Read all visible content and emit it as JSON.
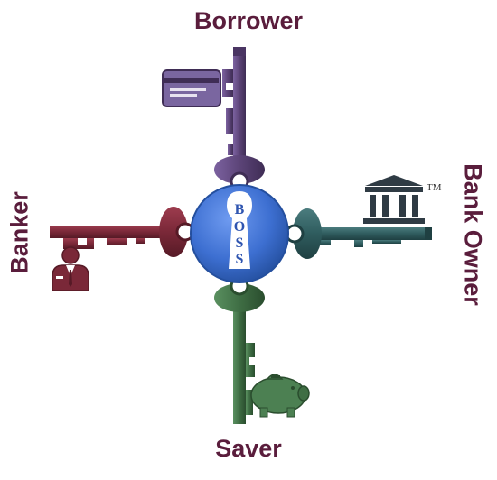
{
  "labels": {
    "top": "Borrower",
    "bottom": "Saver",
    "left": "Banker",
    "right": "Bank Owner"
  },
  "center": {
    "letters": [
      "B",
      "O",
      "S",
      "S"
    ]
  },
  "trademark": "TM",
  "colors": {
    "label_text": "#5a1d3c",
    "center_circle": "#3d6fd1",
    "key_top": "#5c4478",
    "key_left": "#7a2838",
    "key_right": "#2f5c5e",
    "key_bottom": "#3f6e44",
    "keyhole": "#ffffff",
    "boss_text": "#2f55b0"
  },
  "icons": {
    "top": "credit-card-icon",
    "left": "businessman-icon",
    "right": "bank-building-icon",
    "bottom": "piggy-bank-icon"
  }
}
